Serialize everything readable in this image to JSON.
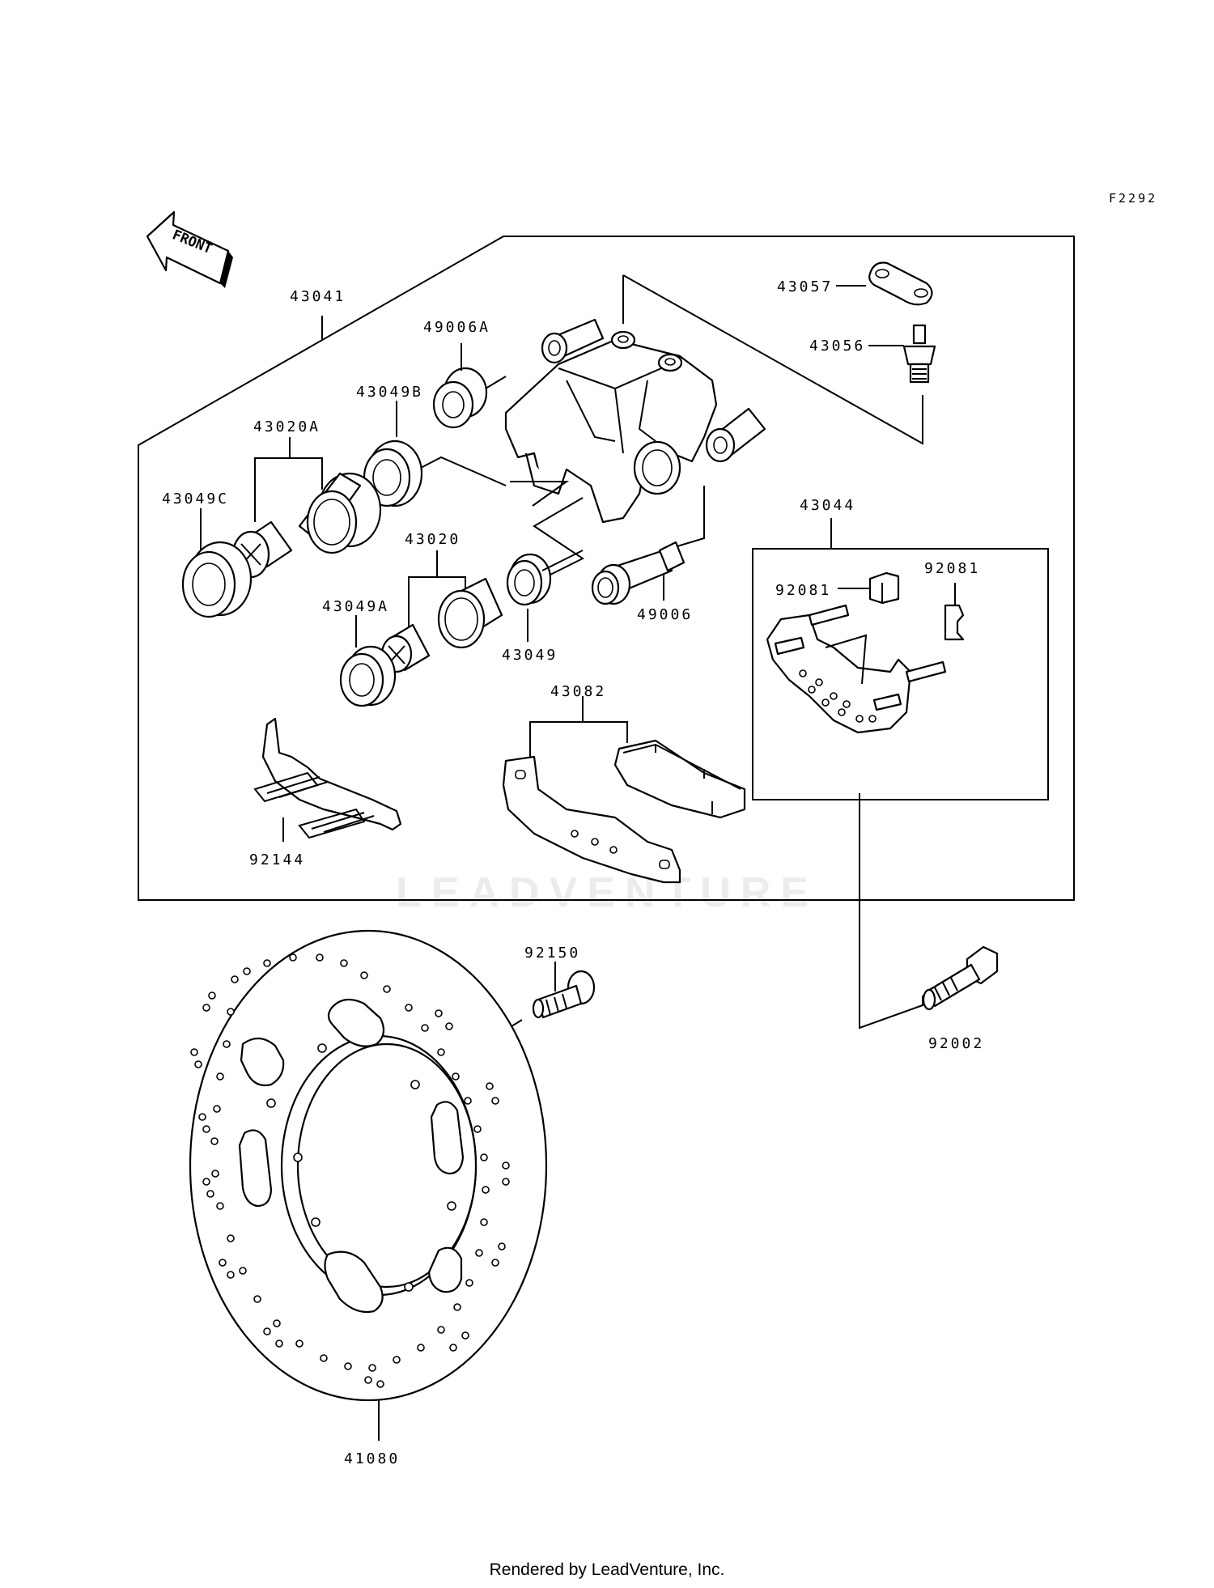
{
  "diagram": {
    "figure_code": "F2292",
    "front_label": "FRONT",
    "watermark": "LEADVENTURE",
    "footer": "Rendered by LeadVenture, Inc.",
    "parts": [
      {
        "id": "43041",
        "label": "43041"
      },
      {
        "id": "49006A",
        "label": "49006A"
      },
      {
        "id": "43049B",
        "label": "43049B"
      },
      {
        "id": "43020A",
        "label": "43020A"
      },
      {
        "id": "43049C",
        "label": "43049C"
      },
      {
        "id": "43020",
        "label": "43020"
      },
      {
        "id": "43049A",
        "label": "43049A"
      },
      {
        "id": "43049",
        "label": "43049"
      },
      {
        "id": "49006",
        "label": "49006"
      },
      {
        "id": "43057",
        "label": "43057"
      },
      {
        "id": "43056",
        "label": "43056"
      },
      {
        "id": "43044",
        "label": "43044"
      },
      {
        "id": "92081-right",
        "label": "92081"
      },
      {
        "id": "92081-left",
        "label": "92081"
      },
      {
        "id": "43082",
        "label": "43082"
      },
      {
        "id": "92144",
        "label": "92144"
      },
      {
        "id": "92150",
        "label": "92150"
      },
      {
        "id": "92002",
        "label": "92002"
      },
      {
        "id": "41080",
        "label": "41080"
      }
    ]
  }
}
